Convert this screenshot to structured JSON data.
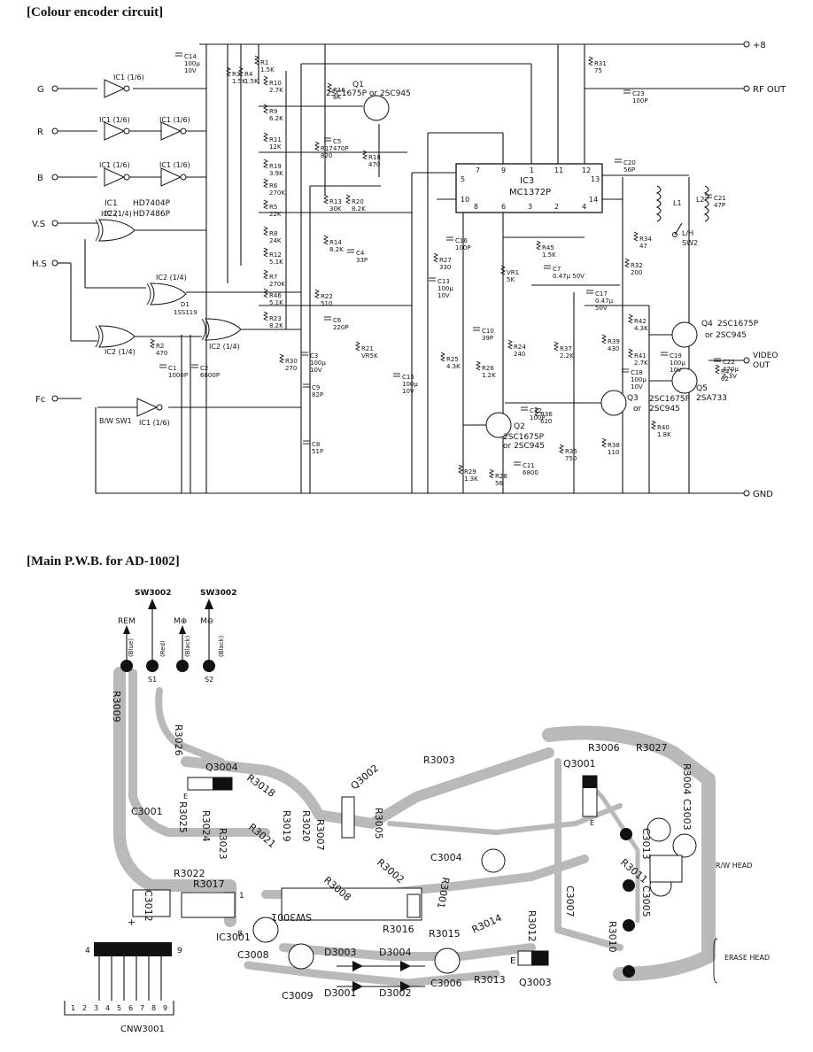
{
  "titles": {
    "schematic": "[Colour encoder circuit]",
    "pwb": "[Main P.W.B. for AD-1002]"
  },
  "schematic": {
    "rails": {
      "plus8": "+8",
      "rf_out": "RF OUT",
      "video_out_1": "VIDEO",
      "video_out_2": "OUT",
      "gnd": "GND"
    },
    "inputs": {
      "g": "G",
      "r": "R",
      "b": "B",
      "vs": "V.S",
      "hs": "H.S",
      "fc": "Fc"
    },
    "ic_legend": {
      "ic1": "IC1",
      "ic1_part": "HD7404P",
      "ic2": "IC2",
      "ic2_part": "HD7486P"
    },
    "gates": {
      "inv_1_6": "IC1 (1/6)",
      "xor_1_4": "IC2 (1/4)"
    },
    "ic3": {
      "name": "IC3",
      "part": "MC1372P",
      "pins_top": [
        "7",
        "9",
        "1",
        "11",
        "12"
      ],
      "pins_bottom": [
        "10",
        "8",
        "6",
        "3",
        "2",
        "4",
        "14"
      ],
      "pin_left": "5",
      "pin_right": "13"
    },
    "transistors": {
      "q1": [
        "Q1",
        "2SC1675P or 2SC945"
      ],
      "q2": [
        "Q2",
        "2SC1675P",
        "or 2SC945"
      ],
      "q3": [
        "Q3",
        "2SC1675P",
        "or",
        "2SC945"
      ],
      "q4": [
        "Q4",
        "2SC1675P",
        "or 2SC945"
      ],
      "q5": [
        "Q5",
        "2SA733"
      ]
    },
    "resistors": [
      [
        "R1",
        "1.5K"
      ],
      [
        "R3",
        "1.5K"
      ],
      [
        "R4",
        "1.5K"
      ],
      [
        "R10",
        "2.7K"
      ],
      [
        "R9",
        "6.2K"
      ],
      [
        "R11",
        "12K"
      ],
      [
        "R19",
        "3.9K"
      ],
      [
        "R6",
        "270K"
      ],
      [
        "R5",
        "22K"
      ],
      [
        "R8",
        "24K"
      ],
      [
        "R12",
        "5.1K"
      ],
      [
        "R7",
        "270K"
      ],
      [
        "R46",
        "5.1K"
      ],
      [
        "R23",
        "8.2K"
      ],
      [
        "R16",
        "8K"
      ],
      [
        "R17",
        "820"
      ],
      [
        "R18",
        "470"
      ],
      [
        "R13",
        "30K"
      ],
      [
        "R20",
        "8.2K"
      ],
      [
        "R14",
        "8.2K"
      ],
      [
        "R22",
        "510"
      ],
      [
        "R2",
        "470"
      ],
      [
        "R30",
        "270"
      ],
      [
        "R21",
        "VR5K"
      ],
      [
        "R27",
        "330"
      ],
      [
        "R31",
        "75"
      ],
      [
        "R34",
        "47"
      ],
      [
        "R32",
        "200"
      ],
      [
        "R45",
        "1.5K"
      ],
      [
        "VR1",
        "5K"
      ],
      [
        "R25",
        "4.3K"
      ],
      [
        "R26",
        "1.2K"
      ],
      [
        "R24",
        "240"
      ],
      [
        "R36",
        "620"
      ],
      [
        "R37",
        "2.2K"
      ],
      [
        "R35",
        "750"
      ],
      [
        "R29",
        "1.3K"
      ],
      [
        "R28",
        "56"
      ],
      [
        "R38",
        "110"
      ],
      [
        "R39",
        "430"
      ],
      [
        "R41",
        "2.7K"
      ],
      [
        "R42",
        "4.3K"
      ],
      [
        "R40",
        "1.8K"
      ],
      [
        "R47",
        "62"
      ]
    ],
    "capacitors": [
      [
        "C14",
        "100μ",
        "10V"
      ],
      [
        "C5",
        "470P"
      ],
      [
        "C4",
        "33P"
      ],
      [
        "C6",
        "220P"
      ],
      [
        "C3",
        "100μ",
        "10V"
      ],
      [
        "C9",
        "82P"
      ],
      [
        "C8",
        "51P"
      ],
      [
        "C1",
        "1000P"
      ],
      [
        "C2",
        "6800P"
      ],
      [
        "C23",
        "100P"
      ],
      [
        "C20",
        "56P"
      ],
      [
        "C21",
        "47P"
      ],
      [
        "C16",
        "100P"
      ],
      [
        "C7",
        "0.47μ 50V"
      ],
      [
        "C13",
        "100μ",
        "10V"
      ],
      [
        "C17",
        "0.47μ",
        "50V"
      ],
      [
        "C15",
        "100μ",
        "10V"
      ],
      [
        "C10",
        "39P"
      ],
      [
        "C12",
        "100P"
      ],
      [
        "C11",
        "6800"
      ],
      [
        "C18",
        "100μ",
        "10V"
      ],
      [
        "C19",
        "100μ",
        "10V"
      ],
      [
        "C22",
        "470μ",
        "6.3V"
      ]
    ],
    "misc": {
      "d1": "D1",
      "d1_part": "1SS119",
      "l1": "L1",
      "l2": "L2",
      "sw2": "SW2",
      "lh": "L/H",
      "sw1": "B/W SW1"
    }
  },
  "pwb": {
    "top_switches": {
      "sw3002_a": "SW3002",
      "sw3002_b": "SW3002",
      "rem": "REM",
      "m_plus": "M⊕",
      "m_minus": "M⊖",
      "s1": "S1",
      "s2": "S2",
      "red": "(Red)",
      "black1": "(Black)",
      "black2": "(Black)",
      "blue": "(Blue)"
    },
    "labels": [
      "R3009",
      "R3026",
      "Q3004",
      "C3001",
      "R3025",
      "R3024",
      "R3023",
      "R3018",
      "R3021",
      "R3019",
      "R3020",
      "R3007",
      "R3005",
      "Q3002",
      "R3003",
      "R3006",
      "Q3001",
      "R3027",
      "R3004",
      "C3003",
      "C3013",
      "R3011",
      "C3005",
      "C3004",
      "R3001",
      "R3002",
      "R3008",
      "C3012",
      "R3022",
      "R3017",
      "IC3001",
      "SW3001",
      "R3016",
      "R3015",
      "R3014",
      "R3012",
      "C3007",
      "R3010",
      "C3008",
      "D3003",
      "D3004",
      "C3009",
      "D3001",
      "D3002",
      "C3006",
      "R3013",
      "Q3003"
    ],
    "heads": {
      "rw": "R/W HEAD",
      "erase": "ERASE HEAD"
    },
    "connector": {
      "name": "CNW3001",
      "pins": [
        "1",
        "2",
        "3",
        "4",
        "5",
        "6",
        "7",
        "8",
        "9"
      ],
      "pin_first": "4",
      "pin_last": "9"
    },
    "ic_pins": {
      "p1": "1",
      "p8": "8"
    },
    "marks": {
      "e1": "E",
      "e2": "E",
      "e3": "E",
      "plus": "+"
    }
  }
}
